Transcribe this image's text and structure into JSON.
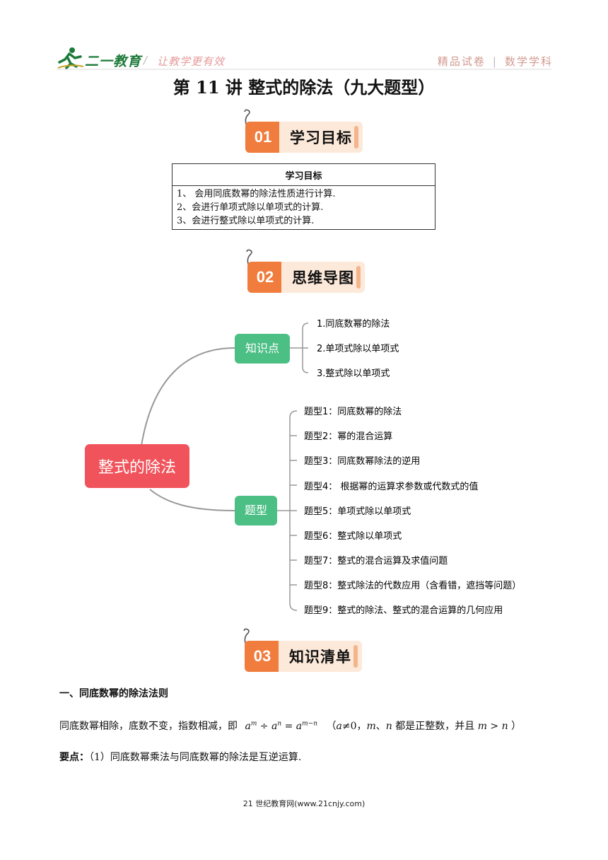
{
  "header": {
    "logo_text": "二一教育",
    "slash": "/",
    "slogan": "让教学更有效",
    "right_left": "精品试卷",
    "right_sep": "|",
    "right_right": "数学学科"
  },
  "title": "第 11 讲  整式的除法（九大题型）",
  "sections": [
    {
      "num": "01",
      "label": "学习目标"
    },
    {
      "num": "02",
      "label": "思维导图"
    },
    {
      "num": "03",
      "label": "知识清单"
    }
  ],
  "goals_table": {
    "header": "学习目标",
    "items": [
      "1、  会用同底数幂的除法性质进行计算.",
      "2、会进行单项式除以单项式的计算.",
      "3、会进行整式除以单项式的计算."
    ]
  },
  "mindmap": {
    "root": "整式的除法",
    "branches": [
      {
        "label": "知识点",
        "leaves": [
          "1.同底数幂的除法",
          "2.单项式除以单项式",
          "3.整式除以单项式"
        ]
      },
      {
        "label": "题型",
        "leaves": [
          "题型1：同底数幂的除法",
          "题型2：幂的混合运算",
          "题型3：同底数幂除法的逆用",
          "题型4：  根据幂的运算求参数或代数式的值",
          "题型5：单项式除以单项式",
          "题型6：整式除以单项式",
          "题型7：整式的混合运算及求值问题",
          "题型8：整式除法的代数应用（含看错，遮挡等问题）",
          "题型9：整式的除法、整式的混合运算的几何应用"
        ]
      }
    ],
    "colors": {
      "root": "#f0535b",
      "branch": "#4cbf85",
      "line": "#999999"
    }
  },
  "content": {
    "sec1_heading": "一、同底数幂的除法法则",
    "rule_prefix": "同底数幂相除，底数不变，指数相减，即",
    "rule_formula": {
      "base": "a",
      "exp_m": "m",
      "exp_n": "n",
      "exp_diff": "m−n"
    },
    "rule_condition_1": "（",
    "rule_condition_a": "a",
    "rule_condition_2": "≠0，",
    "rule_condition_mn": "m",
    "rule_condition_3": "、",
    "rule_condition_n": "n",
    "rule_condition_4": " 都是正整数，并且 ",
    "rule_condition_ineq": "m > n",
    "rule_condition_5": " ）",
    "key_label": "要点：",
    "key_text": "（1）同底数幂乘法与同底数幂的除法是互逆运算."
  },
  "footer": "21 世纪教育网(www.21cnjy.com)"
}
